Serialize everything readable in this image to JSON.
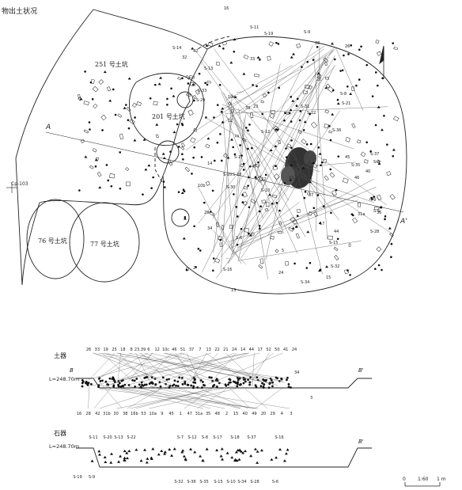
{
  "header": {
    "title": "物出土状况"
  },
  "pits": {
    "p251": "251 号土坑",
    "p201": "201 号土坑",
    "p76": "76 号土坑",
    "p77": "77 号土坑"
  },
  "markers": {
    "a_left": "A",
    "a_right": "A'",
    "cp": "Cp-103"
  },
  "plan_labels": [
    "S-14",
    "42",
    "32",
    "S-13",
    "S-11",
    "S-19",
    "S-9",
    "33",
    "16",
    "S-33",
    "S-29",
    "10a",
    "39",
    "23",
    "20",
    "S-31",
    "S-8",
    "S-21",
    "S-22",
    "18",
    "S-37",
    "45",
    "S-35",
    "S-36",
    "S-12",
    "S-17",
    "S-7",
    "S-18",
    "47",
    "22",
    "S-10",
    "S-20",
    "37",
    "S-30",
    "10b",
    "14",
    "2",
    "S-16",
    "13",
    "S-6",
    "24",
    "S-34",
    "15",
    "S-32",
    "S-15",
    "S-28",
    "31a",
    "S-5",
    "36",
    "S-4",
    "46",
    "40",
    "9",
    "26",
    "28",
    "12",
    "17",
    "44",
    "5",
    "34",
    "29"
  ],
  "section_pottery": {
    "title": "土器",
    "level": "L=248.70m",
    "b_left": "B",
    "b_right": "B'",
    "top_numbers": [
      "26",
      "33",
      "19",
      "25",
      "18",
      "8",
      "23,39",
      "6",
      "12",
      "10c",
      "46",
      "51",
      "37",
      "7",
      "13",
      "22",
      "21",
      "24",
      "14",
      "44",
      "17",
      "52",
      "50",
      "41",
      "24"
    ],
    "bottom_numbers": [
      "16",
      "28",
      "42",
      "31b",
      "30",
      "38",
      "16b",
      "53",
      "10a",
      "9",
      "45",
      "1",
      "47",
      "31a",
      "35",
      "48",
      "2",
      "15",
      "40",
      "49",
      "20",
      "29",
      "4",
      "3"
    ],
    "side_label_a": "34",
    "side_label_b": "3"
  },
  "section_stone": {
    "title": "石器",
    "level": "L=248.70m",
    "b_right": "B'",
    "top_numbers": [
      "S-11",
      "S-20",
      "S-13",
      "S-22",
      "S-7",
      "S-12",
      "S-8",
      "S-17",
      "S-18",
      "S-37",
      "S-16"
    ],
    "bottom_numbers": [
      "S-19",
      "S-9",
      "S-32",
      "S-36",
      "S-35",
      "S-15",
      "S-10",
      "S-34",
      "S-28",
      "S-6"
    ]
  },
  "scale": {
    "zero": "0",
    "ratio": "1:60",
    "unit": "1 m"
  }
}
